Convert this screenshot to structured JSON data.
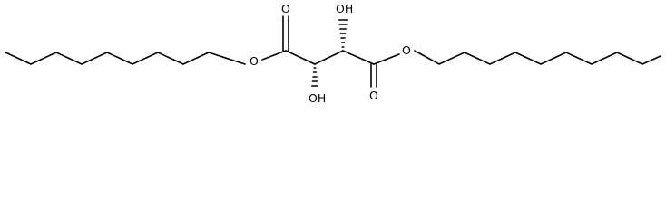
{
  "structure": {
    "atom_labels": {
      "ester_o_left": "O",
      "carbonyl_o_left": "O",
      "hydroxyl_top": "OH",
      "hydroxyl_bottom": "OH",
      "carbonyl_o_right": "O",
      "ester_o_right": "O"
    },
    "stereo_centers": 2,
    "stereo_bond_style": "hashed-wedge"
  },
  "colors": {
    "bond": "#000000",
    "background": "#ffffff"
  }
}
